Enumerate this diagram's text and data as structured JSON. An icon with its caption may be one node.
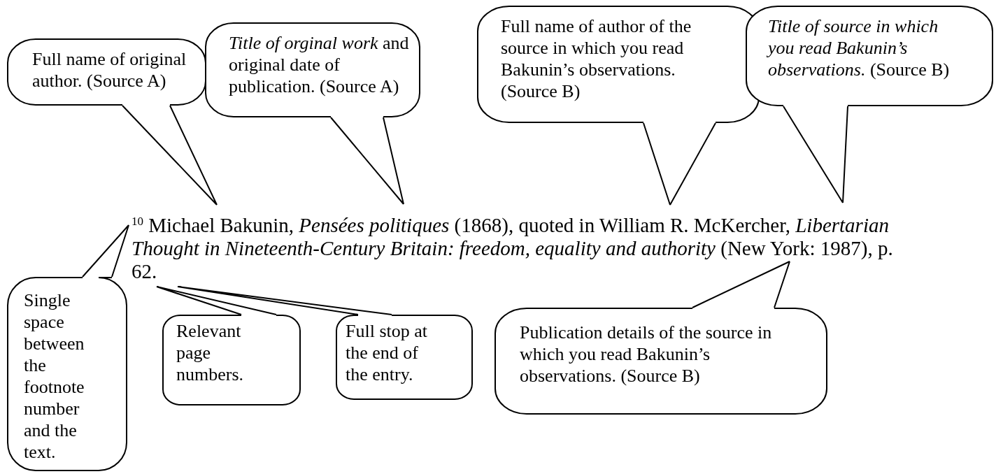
{
  "diagram": {
    "nodes": [
      {
        "text": [
          "Full name of original author. (Source A)"
        ]
      },
      {
        "text": [
          "*Title of orginal work* and original date of publication. (Source A)"
        ]
      },
      {
        "text": [
          "Full name of author of the source in which you read Bakunin’s observations. (Source B)"
        ]
      },
      {
        "text": [
          "*Title of source in which you read Bakunin’s observations.* (Source B)"
        ]
      },
      {
        "text": [
          "Single space between the footnote number and the text."
        ]
      },
      {
        "text": [
          "Relevant page numbers."
        ]
      },
      {
        "text": [
          "Full stop at the end of the entry."
        ]
      },
      {
        "text": [
          "Publication details of the source in which you read Bakunin’s observations. (Source B)"
        ]
      }
    ],
    "edges": [
      {
        "from": 0,
        "to": null,
        "arrow": "none"
      },
      {
        "from": 1,
        "to": null,
        "arrow": "none"
      },
      {
        "from": 2,
        "to": null,
        "arrow": "none"
      },
      {
        "from": 3,
        "to": null,
        "arrow": "none"
      },
      {
        "from": 4,
        "to": null,
        "arrow": "none"
      },
      {
        "from": 5,
        "to": null,
        "arrow": "none"
      },
      {
        "from": 6,
        "to": null,
        "arrow": "none"
      },
      {
        "from": 7,
        "to": null,
        "arrow": "none"
      }
    ],
    "labels": [
      "$^{10}$ Michael Bakunin, *Pensées politiques* (1868), quoted in William R. McKercher, *Libertarian Thought in Nineteenth-Century Britain: freedom, equality and authority* (New York: 1987), p. 62."
    ]
  }
}
